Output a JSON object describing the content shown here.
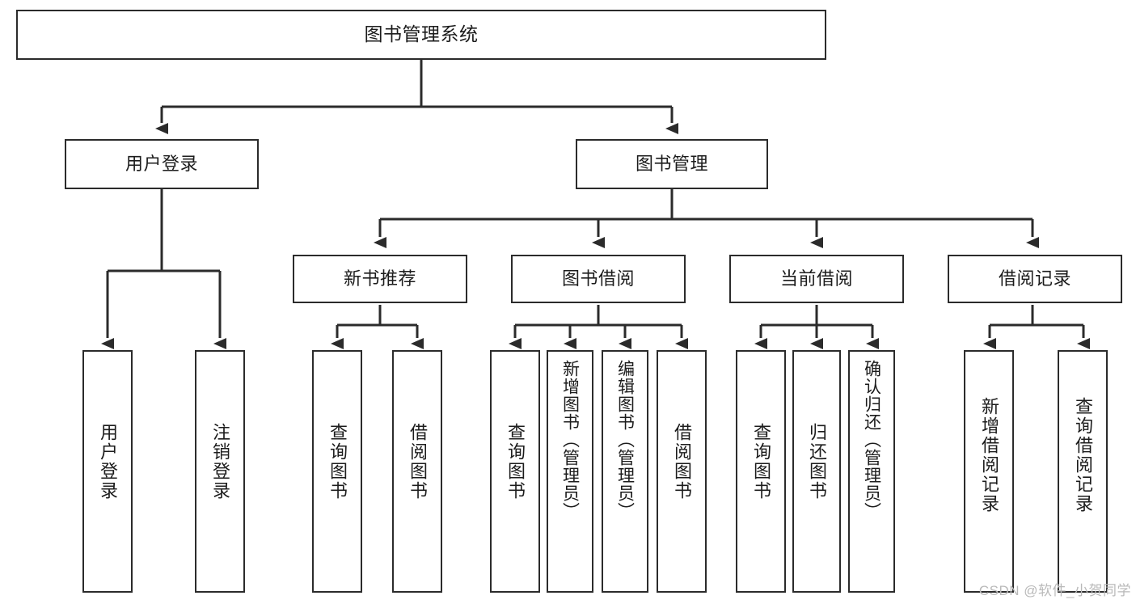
{
  "diagram": {
    "type": "tree",
    "title": "图书管理系统",
    "orientation": "top-down",
    "colors": {
      "box_border": "#2b2b2b",
      "box_fill": "#ffffff",
      "connector": "#2b2b2b",
      "text": "#1c1c1c",
      "background": "#ffffff",
      "watermark": "#b9b9b9"
    },
    "nodes": {
      "root": {
        "label": "图书管理系统"
      },
      "level2": [
        {
          "label": "用户登录"
        },
        {
          "label": "图书管理"
        }
      ],
      "level3": [
        {
          "label": "新书推荐"
        },
        {
          "label": "图书借阅"
        },
        {
          "label": "当前借阅"
        },
        {
          "label": "借阅记录"
        }
      ],
      "leaves": [
        {
          "label": "用户登录",
          "parent": "用户登录"
        },
        {
          "label": "注销登录",
          "parent": "用户登录"
        },
        {
          "label": "查询图书",
          "parent": "新书推荐"
        },
        {
          "label": "借阅图书",
          "parent": "新书推荐"
        },
        {
          "label": "查询图书",
          "parent": "图书借阅"
        },
        {
          "label": "新增图书（管理员）",
          "parent": "图书借阅"
        },
        {
          "label": "编辑图书（管理员）",
          "parent": "图书借阅"
        },
        {
          "label": "借阅图书",
          "parent": "图书借阅"
        },
        {
          "label": "查询图书",
          "parent": "当前借阅"
        },
        {
          "label": "归还图书",
          "parent": "当前借阅"
        },
        {
          "label": "确认归还（管理员）",
          "parent": "当前借阅"
        },
        {
          "label": "新增借阅记录",
          "parent": "借阅记录"
        },
        {
          "label": "查询借阅记录",
          "parent": "借阅记录"
        }
      ]
    }
  },
  "watermark": {
    "text": "CSDN @软件_小贺同学"
  }
}
